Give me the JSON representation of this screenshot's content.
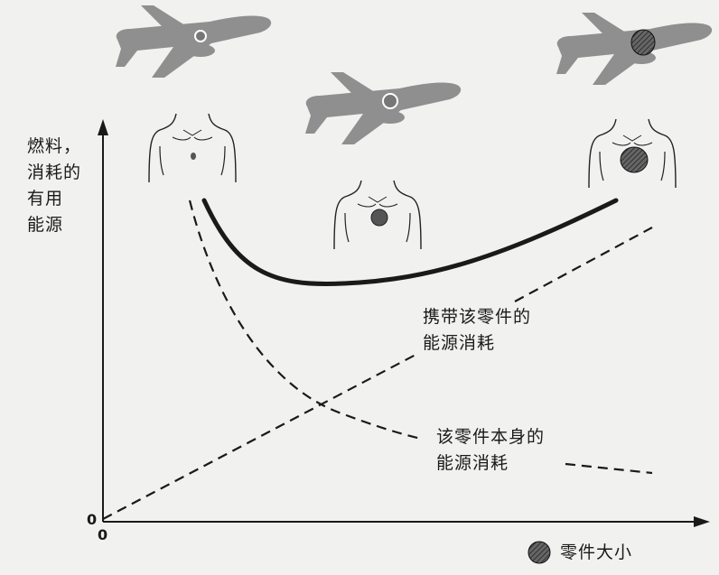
{
  "diagram": {
    "y_axis_label": "燃料，\n消耗的\n有用\n能源",
    "x_axis_label": "零件大小",
    "origin_x_label": "0",
    "origin_y_label": "0",
    "carry_label": "携带该零件的\n能源消耗",
    "self_label": "该零件本身的\n能源消耗",
    "colors": {
      "background": "#f1f1ef",
      "ink": "#1a1a1a",
      "plane": "#8f8f8f",
      "part": "#555555"
    },
    "icons": [
      "airplane-icon",
      "torso-icon",
      "organ-part-icon"
    ]
  }
}
